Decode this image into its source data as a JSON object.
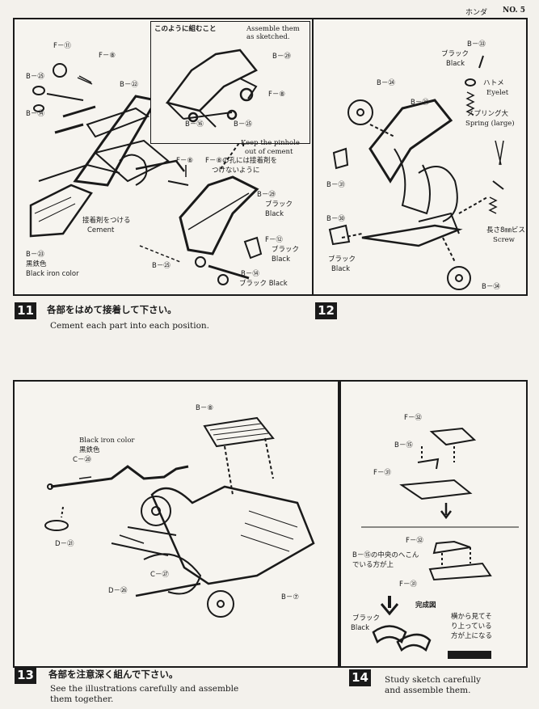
{
  "header": {
    "brand": "ホンダ",
    "page_no": "NO. 5"
  },
  "step11": {
    "number": "11",
    "caption_jp": "各部をはめて接着して下さい。",
    "caption_en": "Cement each part into each position.",
    "labels": {
      "assemble_jp": "このように組むこと",
      "assemble_en1": "Assemble them",
      "assemble_en2": "as sketched.",
      "pinhole_en1": "Keep the pinhole",
      "pinhole_en2": "out of cement",
      "pinhole_jp1": "F－⑧の孔には接着剤を",
      "pinhole_jp2": "つけないように",
      "cement_jp": "接着剤をつける",
      "cement_en": "Cement",
      "black_iron_jp": "黒鉄色",
      "black_iron_en": "Black iron color",
      "f11": "F－⑪",
      "f8a": "F－⑧",
      "f8b": "F－⑧",
      "f8c": "F－⑧",
      "b25a": "B－㉕",
      "b25b": "B－㉕",
      "b25c": "B－㉕",
      "b14a": "B－⑭",
      "b14b": "B－⑭",
      "b22": "B－㉒",
      "b29a": "B－㉙",
      "b29b": "B－㉙",
      "b16": "B－⑯",
      "b23": "B－㉓",
      "b29_black_jp": "ブラック",
      "b29_black_en": "Black",
      "f12": "F－⑫",
      "f12_black_jp": "ブラック",
      "f12_black_en": "Black",
      "b14_black": "ブラック Black"
    }
  },
  "step12": {
    "number": "12",
    "labels": {
      "b33": "B－㉝",
      "b33_black_jp": "ブラック",
      "b33_black_en": "Black",
      "b24": "B－㉔",
      "b32": "B－㉜",
      "eyelet_jp": "ハトメ",
      "eyelet_en": "Eyelet",
      "spring_jp": "スプリング大",
      "spring_en": "Spring (large)",
      "b31": "B－㉛",
      "b30": "B－㉚",
      "black_jp": "ブラック",
      "black_en": "Black",
      "screw_jp": "長さ8㎜ビス",
      "screw_en": "Screw",
      "b34": "B－㉞"
    }
  },
  "step13": {
    "number": "13",
    "caption_jp": "各部を注意深く組んで下さい。",
    "caption_en1": "See the illustrations carefully and assemble",
    "caption_en2": "them together.",
    "labels": {
      "black_iron_en": "Black iron color",
      "black_iron_jp": "黒鉄色",
      "c20": "C－⑳",
      "b8": "B－⑧",
      "d21": "D－㉑",
      "c27": "C－㉗",
      "d26": "D－㉖",
      "b7": "B－⑦"
    }
  },
  "step14": {
    "number": "14",
    "caption_en1": "Study sketch carefully",
    "caption_en2": "and assemble them.",
    "labels": {
      "f32a": "F－㉜",
      "b15": "B－⑮",
      "f31a": "F－㉛",
      "note_jp1": "B－⑮の中央のへこん",
      "note_jp2": "でいる方が上",
      "f32b": "F－㉜",
      "f31b": "F－㉛",
      "complete_jp": "完成図",
      "black_jp": "ブラック",
      "black_en": "Black",
      "side_jp1": "横から見てそ",
      "side_jp2": "り上っている",
      "side_jp3": "方が上になる"
    }
  }
}
